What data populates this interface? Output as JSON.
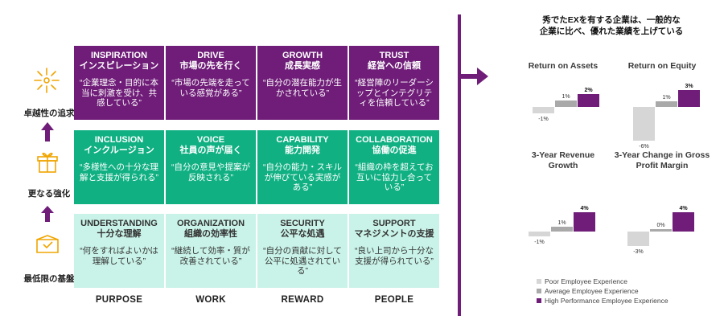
{
  "headline": {
    "line1": "秀でたEXを有する企業は、一般的な",
    "line2": "企業に比べ、優れた業績を上げている"
  },
  "levels": [
    {
      "label": "卓越性の追求",
      "icon": "firework-icon"
    },
    {
      "label": "更なる強化",
      "icon": "gift-box-icon"
    },
    {
      "label": "最低限の基盤",
      "icon": "box-with-check-icon"
    }
  ],
  "columns": [
    "PURPOSE",
    "WORK",
    "REWARD",
    "PEOPLE"
  ],
  "rows": [
    [
      {
        "en": "INSPIRATION",
        "jp": "インスピレーション",
        "quote": "“企業理念・目的に本当に刺激を受け、共感している”"
      },
      {
        "en": "DRIVE",
        "jp": "市場の先を行く",
        "quote": "“市場の先端を走っている感覚がある”"
      },
      {
        "en": "GROWTH",
        "jp": "成長実感",
        "quote": "“自分の潜在能力が生かされている”"
      },
      {
        "en": "TRUST",
        "jp": "経営への信頼",
        "quote": "“経営陣のリーダーシップとインテグリティを信頼している”"
      }
    ],
    [
      {
        "en": "INCLUSION",
        "jp": "インクルージョン",
        "quote": "“多様性への十分な理解と支援が得られる”"
      },
      {
        "en": "VOICE",
        "jp": "社員の声が届く",
        "quote": "“自分の意見や提案が反映される”"
      },
      {
        "en": "CAPABILITY",
        "jp": "能力開発",
        "quote": "“自分の能力・スキルが伸びている実感がある”"
      },
      {
        "en": "COLLABORATION",
        "jp": "協働の促進",
        "quote": "“組織の枠を超えてお互いに協力し合っている”"
      }
    ],
    [
      {
        "en": "UNDERSTANDING",
        "jp": "十分な理解",
        "quote": "“何をすればよいかは理解している”"
      },
      {
        "en": "ORGANIZATION",
        "jp": "組織の効率性",
        "quote": "“継続して効率・質が改善されている”"
      },
      {
        "en": "SECURITY",
        "jp": "公平な処遇",
        "quote": "“自分の貢献に対して公平に処遇されている”"
      },
      {
        "en": "SUPPORT",
        "jp": "マネジメントの支援",
        "quote": "“良い上司から十分な支援が得られている”"
      }
    ]
  ],
  "colors": {
    "poor": "#d6d6d6",
    "average": "#a9a9a9",
    "high": "#6f1d78",
    "green": "#10b083",
    "mint": "#c9f3e8"
  },
  "chart_data": [
    {
      "type": "bar",
      "title": "Return on Assets",
      "series": [
        "Poor Employee Experience",
        "Average Employee Experience",
        "High Performance Employee Experience"
      ],
      "values": [
        -1,
        1,
        2
      ],
      "labels": [
        "-1%",
        "1%",
        "2%"
      ]
    },
    {
      "type": "bar",
      "title": "Return on Equity",
      "series": [
        "Poor Employee Experience",
        "Average Employee Experience",
        "High Performance Employee Experience"
      ],
      "values": [
        -6,
        1,
        3
      ],
      "labels": [
        "-6%",
        "1%",
        "3%"
      ]
    },
    {
      "type": "bar",
      "title": "3-Year Revenue Growth",
      "series": [
        "Poor Employee Experience",
        "Average Employee Experience",
        "High Performance Employee Experience"
      ],
      "values": [
        -1,
        1,
        4
      ],
      "labels": [
        "-1%",
        "1%",
        "4%"
      ]
    },
    {
      "type": "bar",
      "title": "3-Year Change in Gross Profit Margin",
      "series": [
        "Poor Employee Experience",
        "Average Employee Experience",
        "High Performance Employee Experience"
      ],
      "values": [
        -3,
        0,
        4
      ],
      "labels": [
        "-3%",
        "0%",
        "4%"
      ]
    }
  ],
  "legend": [
    {
      "label": "Poor Employee Experience",
      "color": "#d6d6d6"
    },
    {
      "label": "Average Employee Experience",
      "color": "#a9a9a9"
    },
    {
      "label": "High Performance Employee Experience",
      "color": "#6f1d78"
    }
  ]
}
